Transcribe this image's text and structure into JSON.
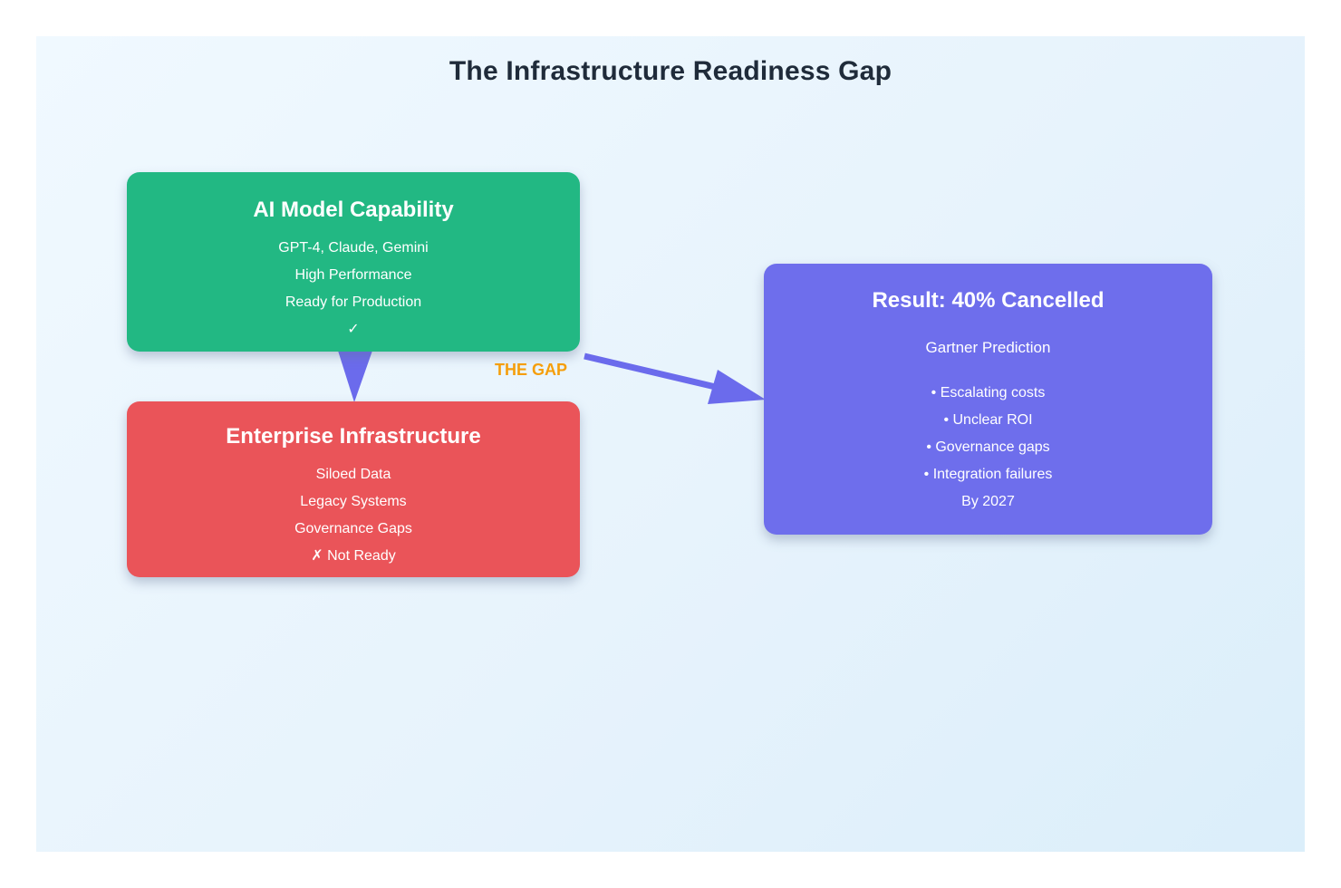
{
  "title": "The Infrastructure Readiness Gap",
  "gap_label": "THE GAP",
  "colors": {
    "capability_green": "#22b883",
    "infrastructure_red": "#ea5459",
    "result_purple": "#6e6eec",
    "arrow_purple": "#6b6bec",
    "gap_orange": "#f59e0b",
    "title_dark": "#1f2b3a",
    "canvas_light": "#f0f9ff",
    "canvas_mid": "#e7f3fc",
    "canvas_dark": "#dbeefa"
  },
  "capability_box": {
    "title": "AI Model Capability",
    "lines": [
      "GPT-4, Claude, Gemini",
      "High Performance",
      "Ready for Production",
      "✓"
    ]
  },
  "infrastructure_box": {
    "title": "Enterprise Infrastructure",
    "lines": [
      "Siloed Data",
      "Legacy Systems",
      "Governance Gaps",
      "✗ Not Ready"
    ]
  },
  "result_box": {
    "title": "Result: 40% Cancelled",
    "subtitle": "Gartner Prediction",
    "lines": [
      "• Escalating costs",
      "• Unclear ROI",
      "• Governance gaps",
      "• Integration failures",
      "By 2027"
    ]
  }
}
